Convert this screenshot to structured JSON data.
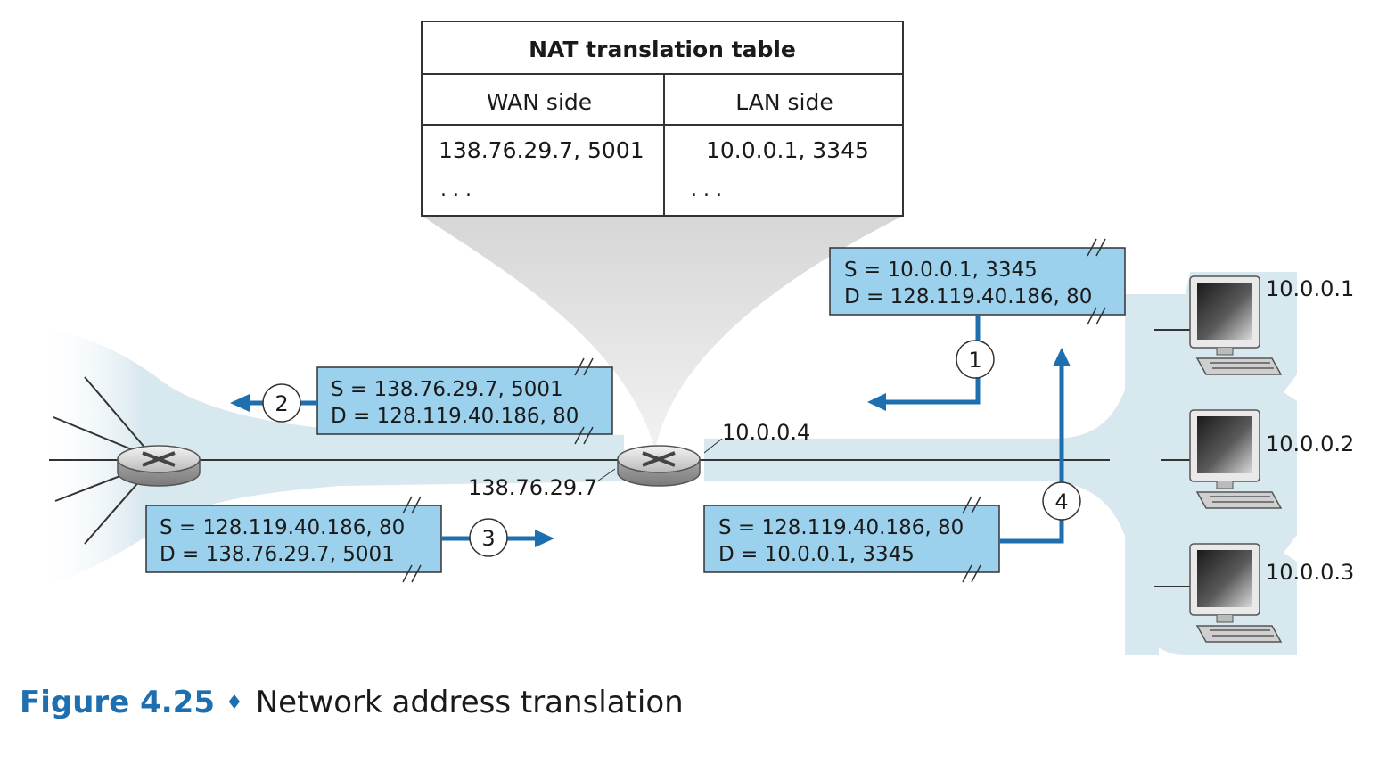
{
  "nat_table": {
    "title": "NAT translation table",
    "wan_header": "WAN side",
    "lan_header": "LAN side",
    "rows": [
      {
        "wan": "138.76.29.7, 5001",
        "lan": "10.0.0.1, 3345"
      },
      {
        "wan": ". . .",
        "lan": ". . ."
      }
    ]
  },
  "router": {
    "wan_ip": "138.76.29.7",
    "lan_ip": "10.0.0.4"
  },
  "hosts": [
    {
      "ip": "10.0.0.1"
    },
    {
      "ip": "10.0.0.2"
    },
    {
      "ip": "10.0.0.3"
    }
  ],
  "packets": [
    {
      "step": "1",
      "src": "S = 10.0.0.1, 3345",
      "dst": "D = 128.119.40.186, 80"
    },
    {
      "step": "2",
      "src": "S = 138.76.29.7, 5001",
      "dst": "D = 128.119.40.186, 80"
    },
    {
      "step": "3",
      "src": "S = 128.119.40.186, 80",
      "dst": "D = 138.76.29.7, 5001"
    },
    {
      "step": "4",
      "src": "S = 128.119.40.186, 80",
      "dst": "D = 10.0.0.1, 3345"
    }
  ],
  "caption": {
    "label": "Figure 4.25",
    "separator": "♦",
    "title": "Network address translation"
  },
  "colors": {
    "packet_fill": "#9bd1ec",
    "arrow": "#1e6fb0",
    "cloud": "#d7e7ee",
    "spotlight": "#dcdcdc",
    "caption_accent": "#1e6fb0"
  }
}
